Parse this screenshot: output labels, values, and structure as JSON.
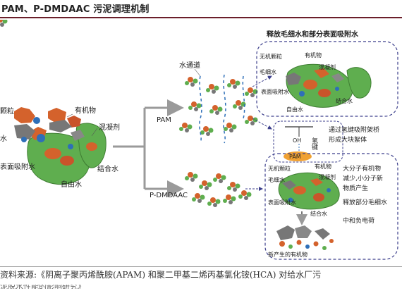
{
  "header": {
    "title": "PAM、P-DMDAAC 污泥调理机制"
  },
  "figure": {
    "left_labels": {
      "inorganic_particles": "颗粒",
      "water": "水",
      "organic_matter": "有机物",
      "flocculant": "混凝剂",
      "surface_adsorbed_water": "表面吸附水",
      "bound_water": "结合水",
      "free_water": "自由水"
    },
    "branch_labels": {
      "pam": "PAM",
      "pdmdaac": "P-DMDAAC",
      "water_channel": "水通道"
    },
    "top_box": {
      "title": "释放毛细水和部分表面吸附水",
      "inorganic_particles": "无机颗粒",
      "capillary_water": "毛细水",
      "organic_matter": "有机物",
      "flocculant": "混凝剂",
      "surface_adsorbed_water": "表面吸附水",
      "free_water": "自由水",
      "bound_water": "结合水"
    },
    "bridge_box": {
      "hydrogen_bond": "氢键",
      "oh_label": "OH",
      "pam_label": "PAM",
      "description_1": "通过氢键吸附架桥",
      "description_2": "形成大块絮体"
    },
    "bottom_box": {
      "inorganic_particles": "无机颗粒",
      "capillary_water": "毛细水",
      "organic_matter": "有机物",
      "flocculant": "混凝剂",
      "surface_adsorbed_water": "表面吸附水",
      "bound_water": "结合水",
      "new_organic": "新产生的有机物",
      "note_1": "大分子有机物",
      "note_2": "减少,小分子新",
      "note_3": "物质产生",
      "note_4": "释放部分毛细水",
      "note_5": "中和负电荷"
    }
  },
  "source": {
    "line1": "资料来源:《阴离子聚丙烯酰胺(APAM) 和聚二甲基二烯丙基氯化铵(HCA) 对给水厂污",
    "line2": "泥脱水性能的影响研究》"
  },
  "colors": {
    "rule": "#6b1f2a",
    "box_border": "#3c3f8c",
    "arrow": "#9a9a9a",
    "floc_green": "#5fae4f",
    "particle_orange": "#d4622c",
    "particle_gray": "#777777",
    "water_blue": "#2e6fb8",
    "pam_oval": "#f0a133"
  }
}
